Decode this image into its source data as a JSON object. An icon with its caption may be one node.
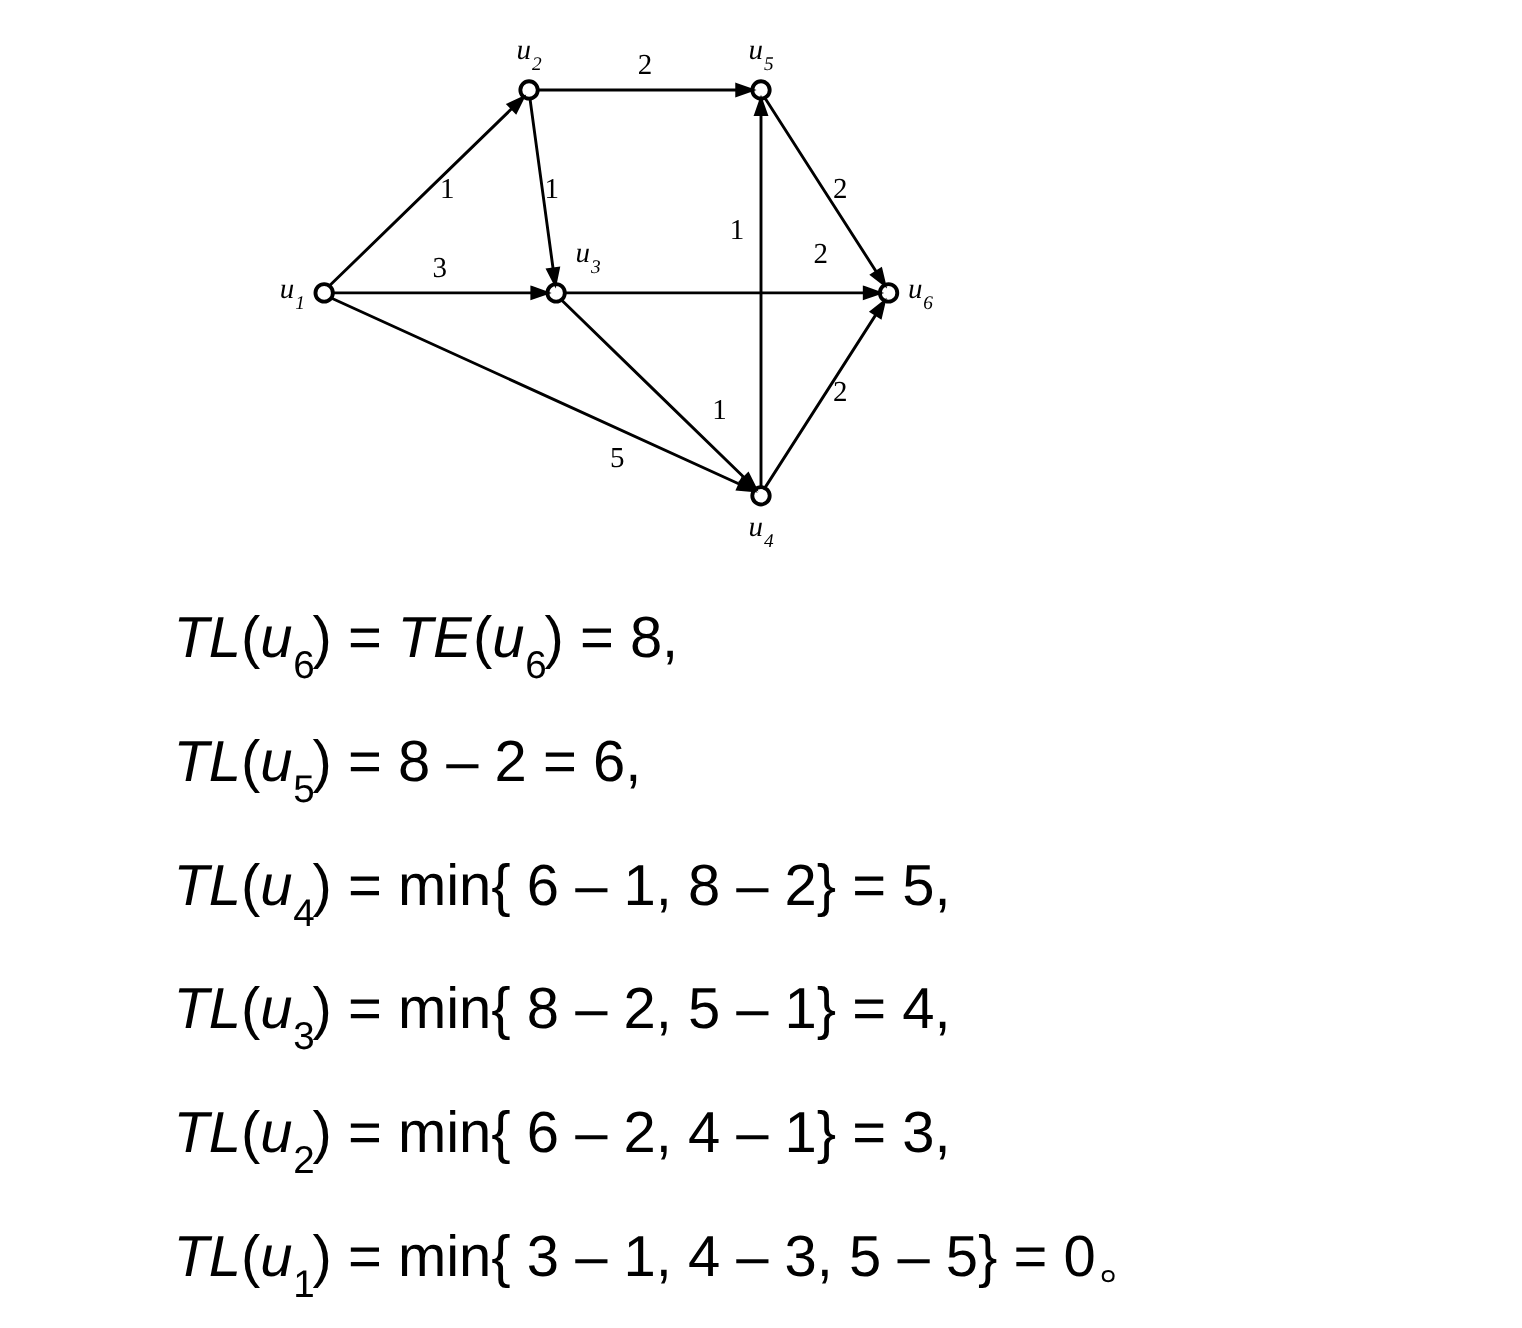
{
  "diagram": {
    "nodes": [
      {
        "text": [],
        "shape": "circle",
        "beside": [
          "u$_{1}$"
        ]
      },
      {
        "text": [],
        "shape": "circle",
        "beside": [
          "u$_{2}$"
        ]
      },
      {
        "text": [],
        "shape": "circle",
        "beside": [
          "u$_{3}$"
        ]
      },
      {
        "text": [],
        "shape": "circle",
        "beside": [
          "u$_{4}$"
        ]
      },
      {
        "text": [],
        "shape": "circle",
        "beside": [
          "u$_{5}$"
        ]
      },
      {
        "text": [],
        "shape": "circle",
        "beside": [
          "u$_{6}$"
        ]
      }
    ],
    "edges": [
      {
        "from": 0,
        "to": 1,
        "arrow": "to",
        "label": "1"
      },
      {
        "from": 0,
        "to": 2,
        "arrow": "to",
        "label": "3"
      },
      {
        "from": 0,
        "to": 3,
        "arrow": "to",
        "label": "5"
      },
      {
        "from": 1,
        "to": 4,
        "arrow": "to",
        "label": "2"
      },
      {
        "from": 1,
        "to": 2,
        "arrow": "to",
        "label": "1"
      },
      {
        "from": 2,
        "to": 5,
        "arrow": "to",
        "label": "2"
      },
      {
        "from": 2,
        "to": 3,
        "arrow": "to",
        "label": "1"
      },
      {
        "from": 3,
        "to": 4,
        "arrow": "to",
        "label": "1"
      },
      {
        "from": 3,
        "to": 5,
        "arrow": "to",
        "label": "2"
      },
      {
        "from": 4,
        "to": 5,
        "arrow": "to",
        "label": "2"
      }
    ],
    "labels": [
      "*TL*(*u*$_{6}$) = *TE*(*u*$_{6}$) = 8,",
      "*TL*(*u*$_{5}$) = 8 – 2 = 6,",
      "*TL*(*u*$_{4}$) = min{ 6 – 1, 8 – 2} = 5,",
      "*TL*(*u*$_{3}$) = min{ 8 – 2, 5 – 1} = 4,",
      "*TL*(*u*$_{2}$) = min{ 6 – 2, 4 – 1} = 3,",
      "*TL*(*u*$_{1}$) = min{ 3 – 1, 4 – 3, 5 – 5} = 0。"
    ]
  }
}
